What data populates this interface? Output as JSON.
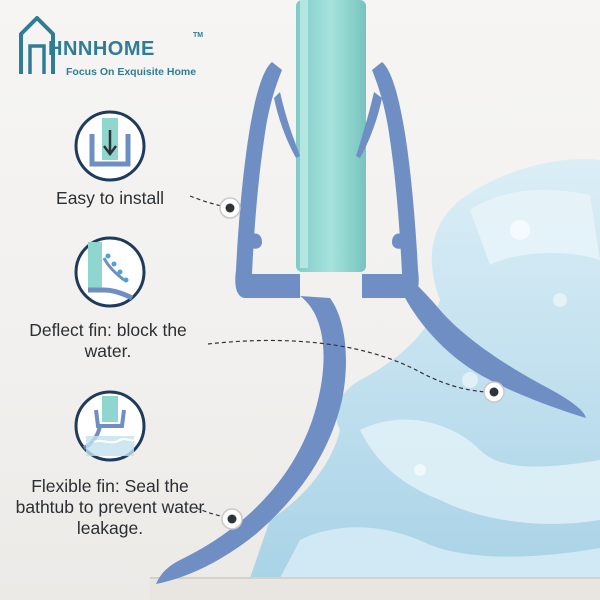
{
  "brand": {
    "name": "HNNHOME",
    "trademark": "TM",
    "tagline": "Focus On Exquisite Home"
  },
  "features": [
    {
      "label": "Easy to install",
      "icon": "install-arrow-icon"
    },
    {
      "label": "Deflect fin: block the water.",
      "icon": "deflect-water-icon"
    },
    {
      "label": "Flexible fin: Seal the bathtub to prevent water leakage.",
      "icon": "seal-fin-icon"
    }
  ],
  "colors": {
    "brand": "#2f7d95",
    "seal": "#6f8fc4",
    "glass": "#8fd6cf",
    "water": "#bcdcec",
    "text": "#2b2f33"
  }
}
